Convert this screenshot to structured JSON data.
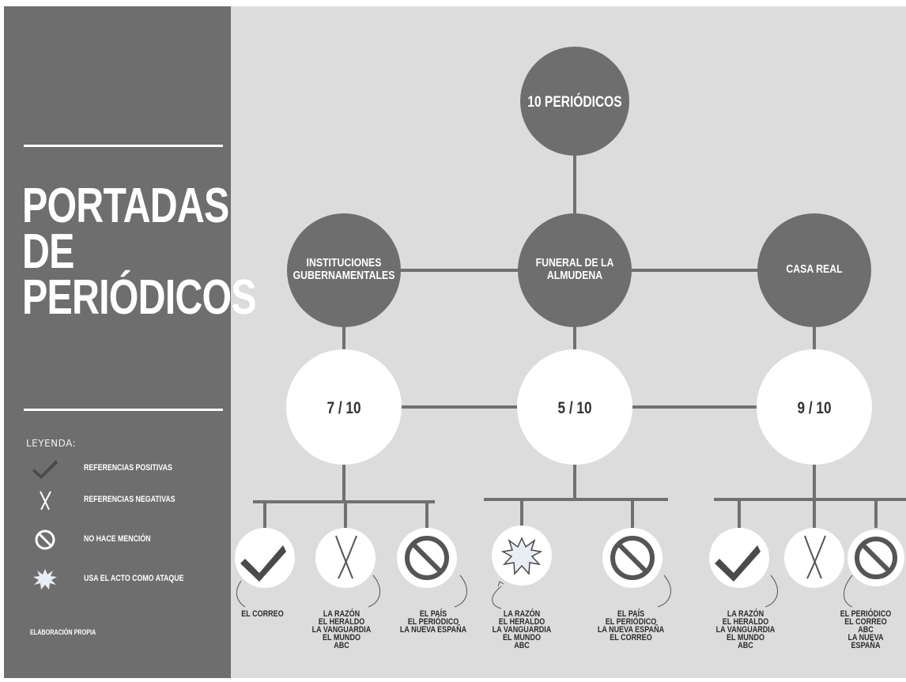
{
  "title": {
    "line1": "PORTADAS",
    "line2": "DE",
    "line3": "PERIÓDICOS"
  },
  "legend": {
    "heading": "LEYENDA:",
    "items": [
      {
        "icon": "check-icon",
        "label": "REFERENCIAS POSITIVAS"
      },
      {
        "icon": "x-icon",
        "label": "REFERENCIAS NEGATIVAS"
      },
      {
        "icon": "prohibited-icon",
        "label": "NO HACE MENCIÓN"
      },
      {
        "icon": "burst-icon",
        "label": "USA EL ACTO COMO ATAQUE"
      }
    ]
  },
  "credit": "ELABORACIÓN PROPIA",
  "root": {
    "label": "10 PERIÓDICOS"
  },
  "topics": [
    {
      "line1": "INSTITUCIONES",
      "line2": "GUBERNAMENTALES"
    },
    {
      "line1": "FUNERAL DE LA",
      "line2": "ALMUDENA"
    },
    {
      "line1": "CASA REAL",
      "line2": ""
    }
  ],
  "scores": [
    "7 / 10",
    "5 / 10",
    "9 / 10"
  ],
  "outcomes": [
    {
      "icon": "check-icon",
      "caption": "EL CORREO"
    },
    {
      "icon": "x-icon",
      "caption": "LA RAZÓN\nEL HERALDO\nLA VANGUARDIA\nEL MUNDO\nABC"
    },
    {
      "icon": "prohibited-icon",
      "caption": "EL PAÍS\nEL PERIÓDICO\nLA NUEVA ESPAÑA"
    },
    {
      "icon": "burst-icon",
      "caption": "LA RAZÓN\nEL HERALDO\nLA VANGUARDIA\nEL MUNDO\nABC"
    },
    {
      "icon": "prohibited-icon",
      "caption": "EL PAÍS\nEL PERIÓDICO\nLA NUEVA ESPAÑA\nEL CORREO"
    },
    {
      "icon": "check-icon",
      "caption": "LA RAZÓN\nEL HERALDO\nLA VANGUARDIA\nEL MUNDO\nABC"
    },
    {
      "icon": "x-icon",
      "caption": ""
    },
    {
      "icon": "prohibited-icon",
      "caption": "EL PERIÓDICO\nEL CORREO\nABC\nLA NUEVA ESPAÑA"
    }
  ],
  "colors": {
    "dark": "#6e6e6e",
    "background": "#dcdcdc",
    "white": "#ffffff",
    "icon": "#555555"
  }
}
